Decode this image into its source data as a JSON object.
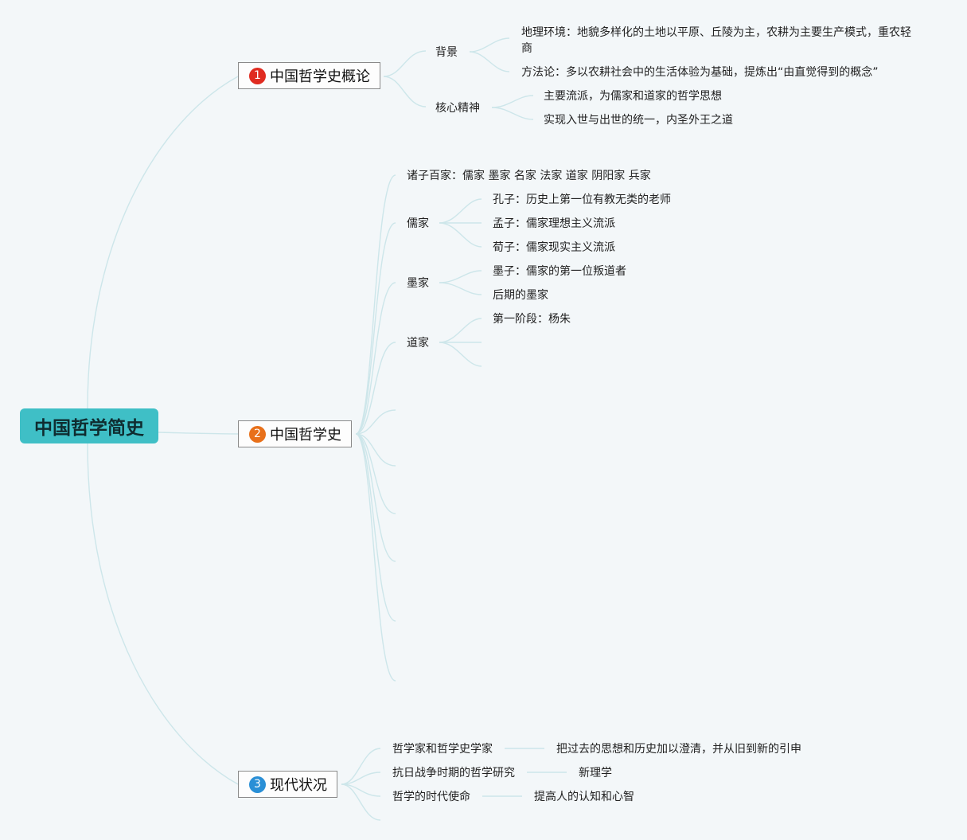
{
  "root": {
    "label": "中国哲学简史",
    "color": "#3fbfc6"
  },
  "topics": [
    {
      "number": "1",
      "label": "中国哲学史概论",
      "badge_color": "#e02b20",
      "children": [
        {
          "label": "背景",
          "children": [
            {
              "label": "地理环境：地貌多样化的土地以平原、丘陵为主，农耕为主要生产模式，重农轻商"
            },
            {
              "label": "方法论：多以农耕社会中的生活体验为基础，提炼出“由直觉得到的概念”"
            }
          ]
        },
        {
          "label": "核心精神",
          "children": [
            {
              "label": "主要流派，为儒家和道家的哲学思想"
            },
            {
              "label": "实现入世与出世的统一，内圣外王之道"
            }
          ]
        }
      ]
    },
    {
      "number": "2",
      "label": "中国哲学史",
      "badge_color": "#e8701a",
      "children": [
        {
          "label": "诸子百家：儒家 墨家 名家 法家  道家 阴阳家 兵家"
        },
        {
          "label": "儒家",
          "children": [
            {
              "label": "孔子：历史上第一位有教无类的老师"
            },
            {
              "label": "孟子：儒家理想主义流派"
            },
            {
              "label": "荀子：儒家现实主义流派"
            }
          ]
        },
        {
          "label": "墨家",
          "children": [
            {
              "label": "墨子：儒家的第一位叛道者"
            },
            {
              "label": "后期的墨家"
            }
          ]
        },
        {
          "label": "道家",
          "children": [
            {
              "label": "第一阶段：杨朱"
            }
          ]
        }
      ]
    },
    {
      "number": "3",
      "label": "现代状况",
      "badge_color": "#2a8fd6",
      "children": [
        {
          "label": "哲学家和哲学史学家",
          "children": [
            {
              "label": "把过去的思想和历史加以澄清，并从旧到新的引申"
            }
          ]
        },
        {
          "label": "抗日战争时期的哲学研究",
          "children": [
            {
              "label": "新理学"
            }
          ]
        },
        {
          "label": "哲学的时代使命",
          "children": [
            {
              "label": "提高人的认知和心智"
            }
          ]
        }
      ]
    }
  ]
}
